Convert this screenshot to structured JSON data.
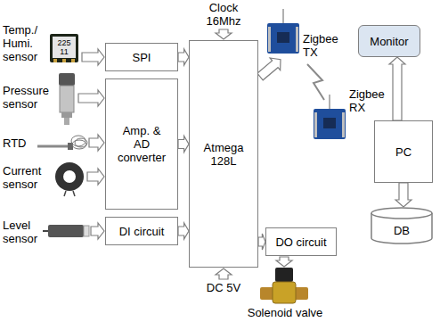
{
  "diagram": {
    "nodes": [
      {
        "text": [
          "SPI"
        ]
      },
      {
        "text": [
          "Amp. & AD converter"
        ]
      },
      {
        "text": [
          "DI circuit"
        ]
      },
      {
        "text": [
          "Atmega 128L"
        ]
      },
      {
        "text": [
          "DO circuit"
        ]
      },
      {
        "text": [
          "Monitor"
        ]
      },
      {
        "text": [
          "PC"
        ]
      },
      {
        "text": [
          "DB"
        ]
      }
    ],
    "edges": [
      {
        "from": 0,
        "to": 3,
        "arrow": "to"
      },
      {
        "from": 1,
        "to": 3,
        "arrow": "to"
      },
      {
        "from": 2,
        "to": 3,
        "arrow": "to"
      },
      {
        "from": 3,
        "to": 4,
        "arrow": "to"
      },
      {
        "from": 6,
        "to": 5,
        "arrow": "to"
      },
      {
        "from": 6,
        "to": 7,
        "arrow": "to"
      }
    ],
    "labels": [
      "Temp./ Humi. sensor",
      "225",
      "11",
      "Pressure sensor",
      "RTD",
      "Current sensor",
      "Level sensor",
      "Clock 16Mhz",
      "DC 5V",
      "Zigbee TX",
      "Zigbee RX",
      "Solenoid valve"
    ]
  }
}
